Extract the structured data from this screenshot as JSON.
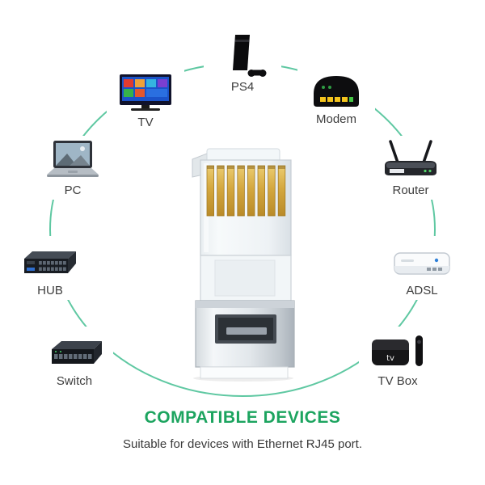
{
  "title": "COMPATIBLE DEVICES",
  "subtitle": "Suitable for devices with Ethernet RJ45 port.",
  "colors": {
    "title_green": "#1ca45f",
    "circle_teal": "#5fc8a2"
  },
  "center": {
    "icon": "rj45-connector-icon"
  },
  "devices": [
    {
      "label": "TV",
      "icon": "tv-icon"
    },
    {
      "label": "PS4",
      "icon": "ps4-icon"
    },
    {
      "label": "Modem",
      "icon": "modem-icon"
    },
    {
      "label": "Router",
      "icon": "router-icon"
    },
    {
      "label": "ADSL",
      "icon": "adsl-icon"
    },
    {
      "label": "TV Box",
      "icon": "tv-box-icon"
    },
    {
      "label": "Switch",
      "icon": "switch-icon"
    },
    {
      "label": "HUB",
      "icon": "hub-icon"
    },
    {
      "label": "PC",
      "icon": "pc-icon"
    }
  ]
}
